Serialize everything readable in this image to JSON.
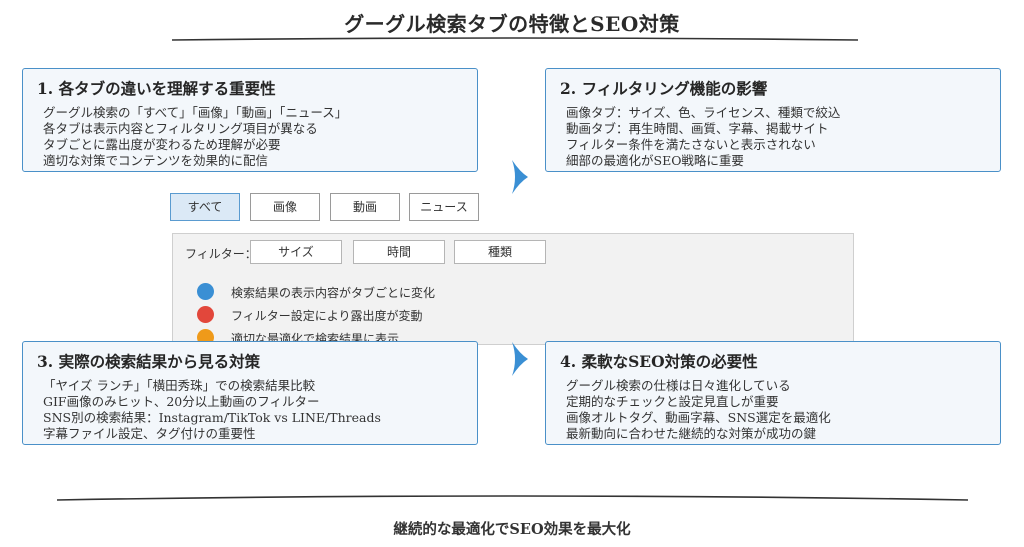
{
  "title": "グーグル検索タブの特徴とSEO対策",
  "cards": [
    {
      "heading": "1. 各タブの違いを理解する重要性",
      "lines": [
        "グーグル検索の「すべて」「画像」「動画」「ニュース」",
        "各タブは表示内容とフィルタリング項目が異なる",
        "タブごとに露出度が変わるため理解が必要",
        "適切な対策でコンテンツを効果的に配信"
      ]
    },
    {
      "heading": "2. フィルタリング機能の影響",
      "lines": [
        "画像タブ：サイズ、色、ライセンス、種類で絞込",
        "動画タブ：再生時間、画質、字幕、掲載サイト",
        "フィルター条件を満たさないと表示されない",
        "細部の最適化がSEO戦略に重要"
      ]
    },
    {
      "heading": "3. 実際の検索結果から見る対策",
      "lines": [
        "「ヤイズ ランチ」「横田秀珠」での検索結果比較",
        "GIF画像のみヒット、20分以上動画のフィルター",
        "SNS別の検索結果：Instagram/TikTok vs LINE/Threads",
        "字幕ファイル設定、タグ付けの重要性"
      ]
    },
    {
      "heading": "4. 柔軟なSEO対策の必要性",
      "lines": [
        "グーグル検索の仕様は日々進化している",
        "定期的なチェックと設定見直しが重要",
        "画像オルトタグ、動画字幕、SNS選定を最適化",
        "最新動向に合わせた継続的な対策が成功の鍵"
      ]
    }
  ],
  "tabs": [
    "すべて",
    "画像",
    "動画",
    "ニュース"
  ],
  "panel": {
    "filter_label": "フィルター：",
    "filter_tabs": [
      "サイズ",
      "時間",
      "種類"
    ],
    "results": [
      {
        "text": "検索結果の表示内容がタブごとに変化",
        "color": "#3a8fd4"
      },
      {
        "text": "フィルター設定により露出度が変動",
        "color": "#e2473b"
      },
      {
        "text": "適切な最適化で検索結果に表示",
        "color": "#ef9a1a"
      }
    ]
  },
  "footer": "継続的な最適化でSEO効果を最大化",
  "colors": {
    "accent": "#4a90c8",
    "card_bg": "#f3f7fb",
    "active_tab_bg": "#dbe9f6"
  }
}
